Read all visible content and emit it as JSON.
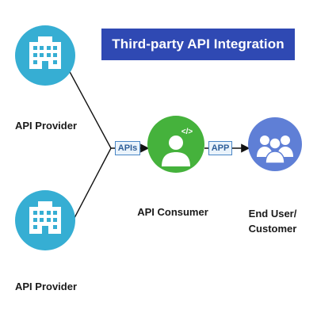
{
  "title": "Third-party API Integration",
  "nodes": {
    "provider_1": {
      "label": "API Provider"
    },
    "provider_2": {
      "label": "API Provider"
    },
    "consumer": {
      "label": "API Consumer",
      "code_glyph": "</>"
    },
    "end_user": {
      "label_line1": "End User/",
      "label_line2": "Customer"
    }
  },
  "connectors": {
    "apis_tag": "APIs",
    "app_tag": "APP"
  },
  "colors": {
    "title_bg": "#2f49b3",
    "provider": "#36aed3",
    "consumer": "#45b23c",
    "end_user": "#5f7fd6",
    "tag_border": "#4a86c5"
  },
  "icons": {
    "provider": "building-icon",
    "consumer": "developer-icon",
    "end_user": "users-group-icon"
  }
}
